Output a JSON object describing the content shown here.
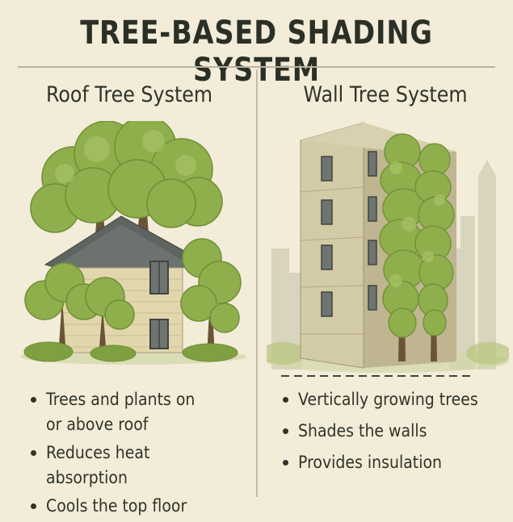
{
  "title": "TREE-BASED SHADING SYSTEM",
  "left": {
    "heading": "Roof Tree System",
    "bullets": [
      "Trees and plants on\nor above roof",
      "Reduces heat absorption",
      "Cools the top floor"
    ]
  },
  "right": {
    "heading": "Wall Tree System",
    "bullets": [
      "Vertically growing trees",
      "Shades the walls",
      "Provides insulation"
    ]
  },
  "colors": {
    "background": "#f3ecd9",
    "foliage": "#8fae4c",
    "foliage_dark": "#6f8f36",
    "house_wall": "#e2d6ad",
    "roof": "#5e6460",
    "building": "#cfc6a3",
    "text": "#2f3328"
  }
}
